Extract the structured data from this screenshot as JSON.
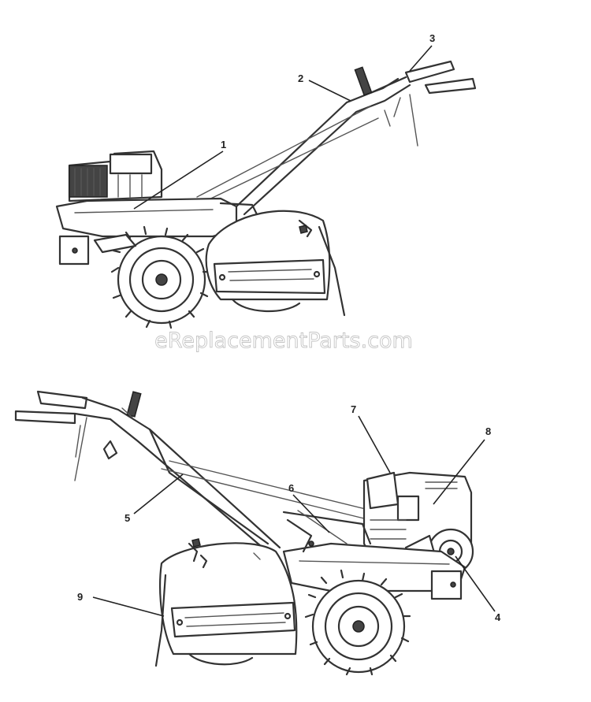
{
  "watermark": "eReplacementParts.com",
  "callouts": {
    "c1": "1",
    "c2": "2",
    "c3": "3",
    "c4": "4",
    "c5": "5",
    "c6": "6",
    "c7": "7",
    "c8": "8",
    "c9": "9"
  },
  "colors": {
    "line": "#333333",
    "watermark_stroke": "#c4c4c4"
  }
}
